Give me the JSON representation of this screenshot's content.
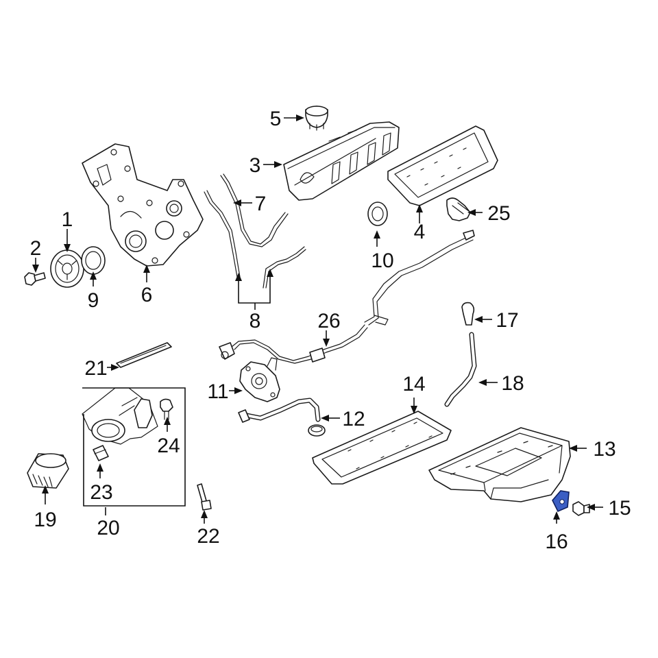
{
  "callouts": {
    "c1": "1",
    "c2": "2",
    "c3": "3",
    "c4": "4",
    "c5": "5",
    "c6": "6",
    "c7": "7",
    "c8": "8",
    "c9": "9",
    "c10": "10",
    "c11": "11",
    "c12": "12",
    "c13": "13",
    "c14": "14",
    "c15": "15",
    "c16": "16",
    "c17": "17",
    "c18": "18",
    "c19": "19",
    "c20": "20",
    "c21": "21",
    "c22": "22",
    "c23": "23",
    "c24": "24",
    "c25": "25",
    "c26": "26"
  },
  "colors": {
    "line": "#1a1a1a",
    "highlight": "#3b5ec4",
    "background": "#ffffff"
  },
  "highlighted_part": "16"
}
